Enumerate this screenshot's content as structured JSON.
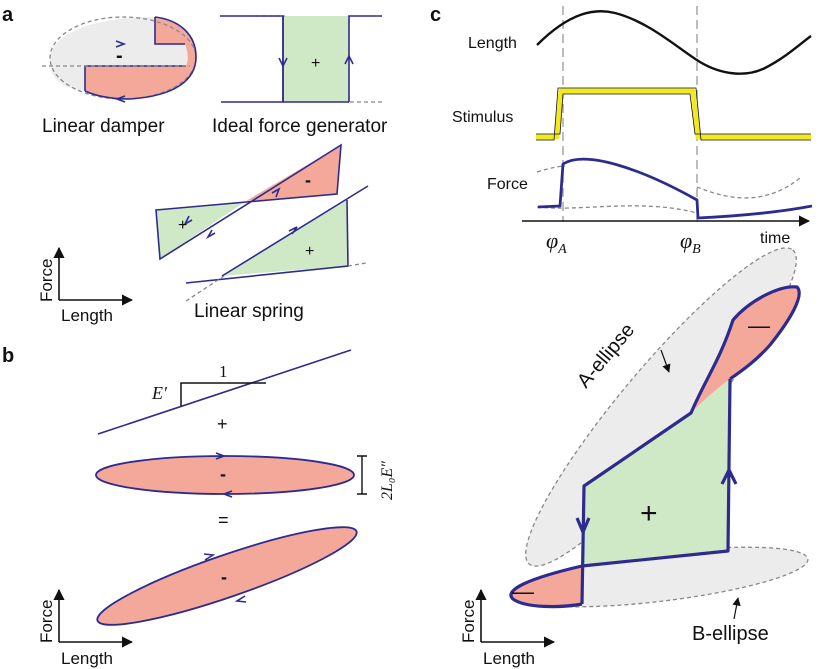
{
  "colors": {
    "negative_fill": "#f4a89a",
    "positive_fill": "#cfe8c6",
    "line": "#2e2b8f",
    "stimulus": "#f2ea1d",
    "ellipse_fill": "#ececec"
  },
  "panels": {
    "a": "a",
    "b": "b",
    "c": "c"
  },
  "panel_a": {
    "damper_label": "Linear damper",
    "generator_label": "Ideal force generator",
    "spring_label": "Linear spring",
    "minus": "-",
    "plus": "+",
    "axis_force": "Force",
    "axis_length": "Length"
  },
  "panel_b": {
    "slope_one": "1",
    "slope_label": "E′",
    "plus_sign": "+",
    "equals_sign": "=",
    "minus": "-",
    "loss_label": "2L₀E″",
    "axis_force": "Force",
    "axis_length": "Length"
  },
  "panel_c": {
    "row_length": "Length",
    "row_stimulus": "Stimulus",
    "row_force": "Force",
    "phi_a": "φ",
    "phi_a_sub": "A",
    "phi_b": "φ",
    "phi_b_sub": "B",
    "time_label": "time",
    "a_ellipse": "A-ellipse",
    "b_ellipse": "B-ellipse",
    "minus": "—",
    "plus": "+",
    "axis_force": "Force",
    "axis_length": "Length"
  }
}
